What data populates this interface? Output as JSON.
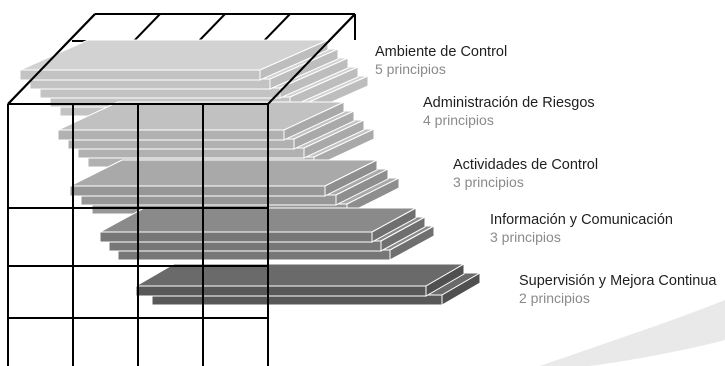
{
  "components": [
    {
      "name": "Ambiente de Control",
      "principles": "5 principios",
      "layers": 5,
      "top_color": "#d2d2d2",
      "side_color": "#bdbdbd",
      "front_color": "#c3c3c3"
    },
    {
      "name": "Administración de Riesgos",
      "principles": "4 principios",
      "layers": 4,
      "top_color": "#c1c1c1",
      "side_color": "#a9a9a9",
      "front_color": "#b1b1b1"
    },
    {
      "name": "Actividades de Control",
      "principles": "3 principios",
      "layers": 3,
      "top_color": "#a9a9a9",
      "side_color": "#8e8e8e",
      "front_color": "#979797"
    },
    {
      "name": "Información y Comunicación",
      "principles": "3 principios",
      "layers": 3,
      "top_color": "#8a8a8a",
      "side_color": "#6f6f6f",
      "front_color": "#777777"
    },
    {
      "name": "Supervisión y Mejora Continua",
      "principles": "2 principios",
      "layers": 2,
      "top_color": "#6a6a6a",
      "side_color": "#505050",
      "front_color": "#585858"
    }
  ],
  "colors": {
    "grid_line": "#000000",
    "layer_edge": "#ffffff",
    "background": "#ffffff",
    "swoosh": "#e6e6e6"
  }
}
